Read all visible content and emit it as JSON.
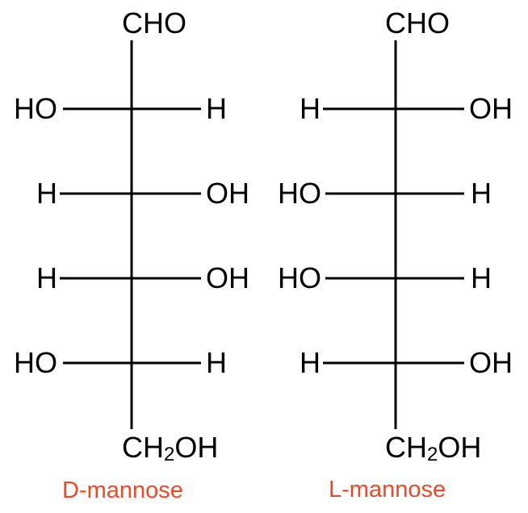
{
  "colors": {
    "bond": "#000000",
    "label": "#000000",
    "name": "#EA4A2A"
  },
  "structures": [
    {
      "name": "D-mannose",
      "top": "CHO",
      "bottom": {
        "main": "CH",
        "sub": "2",
        "tail": "OH"
      },
      "rows": [
        {
          "left": "HO",
          "right": "H"
        },
        {
          "left": "H",
          "right": "OH"
        },
        {
          "left": "H",
          "right": "OH"
        },
        {
          "left": "HO",
          "right": "H"
        }
      ]
    },
    {
      "name": "L-mannose",
      "top": "CHO",
      "bottom": {
        "main": "CH",
        "sub": "2",
        "tail": "OH"
      },
      "rows": [
        {
          "left": "H",
          "right": "OH"
        },
        {
          "left": "HO",
          "right": "H"
        },
        {
          "left": "HO",
          "right": "H"
        },
        {
          "left": "H",
          "right": "OH"
        }
      ]
    }
  ]
}
